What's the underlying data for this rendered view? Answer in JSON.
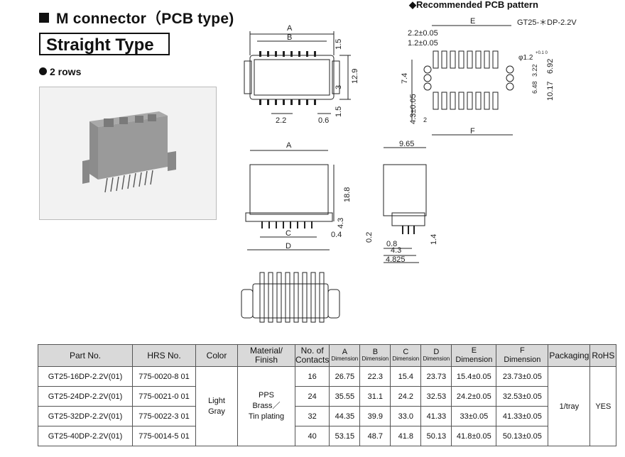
{
  "header": {
    "title": "M connector（PCB type)",
    "subtitle": "Straight Type",
    "rows_label": "2 rows"
  },
  "pcb_pattern": {
    "title": "Recommended PCB pattern",
    "part_ref": "GT25-＊DP-2.2V",
    "dims": {
      "pitch": "2.2±0.05",
      "half": "1.2±0.05",
      "e": "E",
      "f": "F",
      "row": "7.4",
      "edge": "4.3±0.05",
      "pad_w": "2",
      "hole": "φ1.2",
      "hole_tol": "+0.1 0",
      "d1": "3.22",
      "d2": "6.92",
      "d3": "6.48",
      "d4": "10.17"
    }
  },
  "drawing": {
    "top": {
      "a": "A",
      "b": "B",
      "d1": "1.5",
      "d2": "3",
      "d3": "12.9",
      "pitch": "2.2",
      "d4": "0.6",
      "d5": "1.5"
    },
    "front": {
      "a": "A",
      "h": "18.8",
      "d1": "4.3",
      "d2": "0.4",
      "c": "C",
      "d": "D"
    },
    "side": {
      "w": "9.65",
      "d1": "0.2",
      "d2": "0.8",
      "d3": "4.3",
      "d4": "4.825",
      "d5": "1.4"
    }
  },
  "table": {
    "headers": {
      "part_no": "Part No.",
      "hrs_no": "HRS No.",
      "color": "Color",
      "material_1": "Material/",
      "material_2": "Finish",
      "contacts_1": "No. of",
      "contacts_2": "Contacts",
      "a": "A",
      "b": "B",
      "c": "C",
      "d": "D",
      "e": "E",
      "f": "F",
      "dimension": "Dimension",
      "packaging": "Packaging",
      "rohs": "RoHS"
    },
    "rows": [
      {
        "part_no": "GT25-16DP-2.2V(01)",
        "hrs_no": "775-0020-8 01",
        "contacts": "16",
        "a": "26.75",
        "b": "22.3",
        "c": "15.4",
        "d": "23.73",
        "e": "15.4±0.05",
        "f": "23.73±0.05"
      },
      {
        "part_no": "GT25-24DP-2.2V(01)",
        "hrs_no": "775-0021-0 01",
        "contacts": "24",
        "a": "35.55",
        "b": "31.1",
        "c": "24.2",
        "d": "32.53",
        "e": "24.2±0.05",
        "f": "32.53±0.05"
      },
      {
        "part_no": "GT25-32DP-2.2V(01)",
        "hrs_no": "775-0022-3 01",
        "contacts": "32",
        "a": "44.35",
        "b": "39.9",
        "c": "33.0",
        "d": "41.33",
        "e": "33±0.05",
        "f": "41.33±0.05"
      },
      {
        "part_no": "GT25-40DP-2.2V(01)",
        "hrs_no": "775-0014-5 01",
        "contacts": "40",
        "a": "53.15",
        "b": "48.7",
        "c": "41.8",
        "d": "50.13",
        "e": "41.8±0.05",
        "f": "50.13±0.05"
      }
    ],
    "shared": {
      "color_1": "Light",
      "color_2": "Gray",
      "material_1": "PPS",
      "material_2": "Brass／",
      "material_3": "Tin plating",
      "packaging": "1/tray",
      "rohs": "YES"
    }
  }
}
